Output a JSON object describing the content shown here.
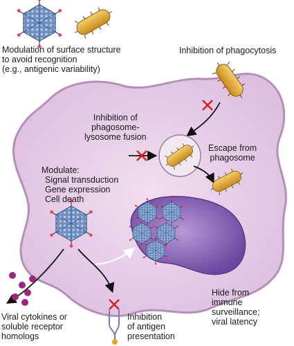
{
  "colors": {
    "cell_fill": "#e6cfe6",
    "cell_stroke": "#b48fb8",
    "nucleus_fill": "#8a63b4",
    "virus_blue": "#5d7fb0",
    "bacterium": "#e2a431",
    "cross": "#d21f26",
    "cytokine": "#a0257e"
  },
  "labels": {
    "surface_structure": [
      "Modulation of surface structure",
      "to avoid recognition",
      "(e.g., antigenic variability)"
    ],
    "phagocytosis": [
      "Inhibition of phagocytosis"
    ],
    "phagosome_fusion": [
      "Inhibition of",
      "phagosome-",
      "lysosome fusion"
    ],
    "escape": [
      "Escape from",
      "phagosome"
    ],
    "modulate": [
      "Modulate:",
      "Signal transduction",
      "Gene expression",
      "Cell death"
    ],
    "hide": [
      "Hide from",
      "immune",
      "surveillance;",
      "viral latency"
    ],
    "cytokines": [
      "Viral cytokines or",
      "soluble receptor",
      "homologs"
    ],
    "antigen": [
      "Inhibition",
      "of antigen",
      "presentation"
    ]
  }
}
